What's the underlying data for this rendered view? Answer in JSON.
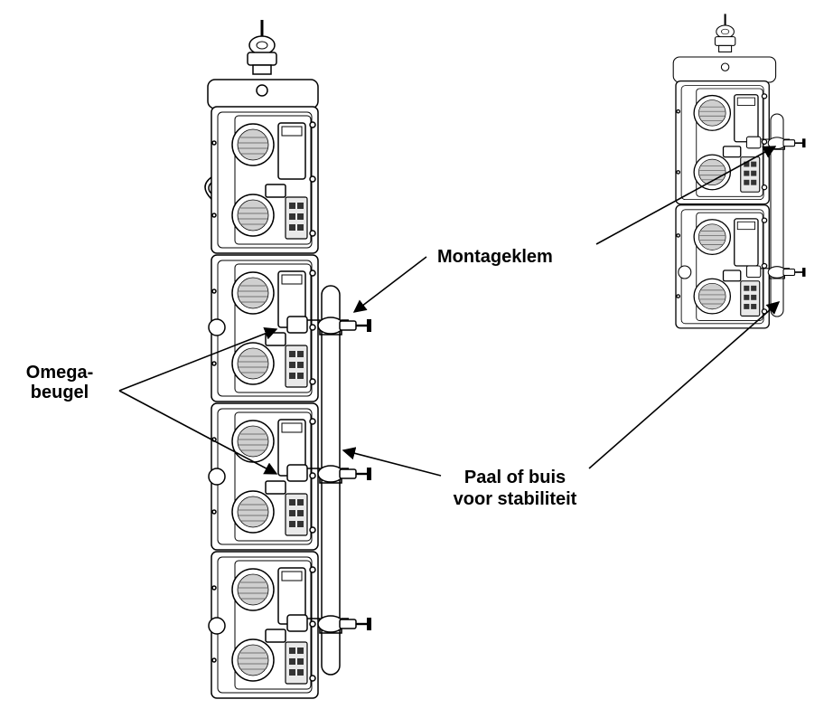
{
  "labels": {
    "montageklem": "Montageklem",
    "omega_line1": "Omega-",
    "omega_line2": "beugel",
    "paal_line1": "Paal of buis",
    "paal_line2": "voor stabiliteit"
  }
}
